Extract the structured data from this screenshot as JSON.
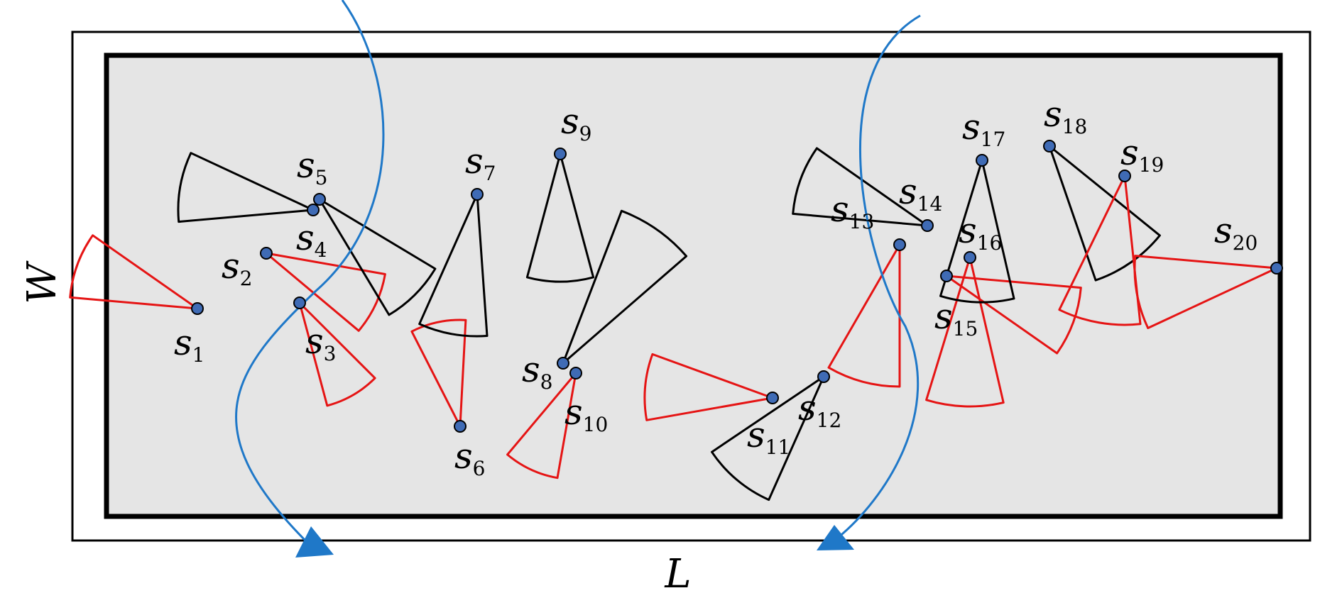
{
  "diagram": {
    "axis_labels": {
      "length": "L",
      "width": "W"
    },
    "sensor_symbol": "s",
    "sensors": [
      {
        "id": "1",
        "color": "red"
      },
      {
        "id": "2",
        "color": "red"
      },
      {
        "id": "3",
        "color": "red"
      },
      {
        "id": "4",
        "color": "black"
      },
      {
        "id": "5",
        "color": "black"
      },
      {
        "id": "6",
        "color": "red"
      },
      {
        "id": "7",
        "color": "black"
      },
      {
        "id": "8",
        "color": "black"
      },
      {
        "id": "9",
        "color": "black"
      },
      {
        "id": "10",
        "color": "red"
      },
      {
        "id": "11",
        "color": "red"
      },
      {
        "id": "12",
        "color": "black"
      },
      {
        "id": "13",
        "color": "red"
      },
      {
        "id": "14",
        "color": "black"
      },
      {
        "id": "15",
        "color": "red"
      },
      {
        "id": "16",
        "color": "red"
      },
      {
        "id": "17",
        "color": "black"
      },
      {
        "id": "18",
        "color": "black"
      },
      {
        "id": "19",
        "color": "red"
      },
      {
        "id": "20",
        "color": "red"
      }
    ],
    "colors": {
      "field": "#e5e5e5",
      "active_sector": "#000000",
      "inactive_sector": "#e51414",
      "sensor": "#3f6bb5",
      "trajectory": "#1f78c8"
    }
  }
}
